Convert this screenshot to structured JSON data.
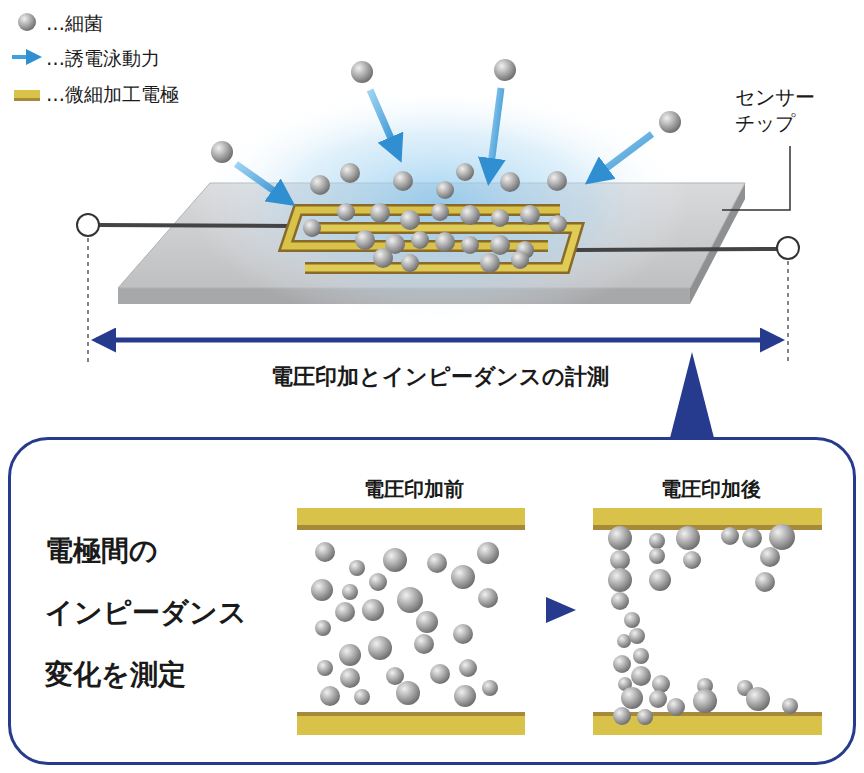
{
  "diagram": {
    "nodes": [
      {
        "text": [
          "電極間の インピーダンス 変化を測定"
        ]
      },
      {
        "text": [
          "電圧印加前"
        ],
        "in": 0
      },
      {
        "text": [
          "電圧印加後"
        ],
        "in": 0
      }
    ],
    "edges": [
      {
        "from": 1,
        "to": 2,
        "arrow": "to"
      }
    ],
    "labels": [
      "センサー チップ",
      "電圧印加とインピーダンスの計測"
    ],
    "legend": [
      {
        "text": "…細菌"
      },
      {
        "text": "…誘電泳動力"
      },
      {
        "text": "…微細加工電極",
        "color": "#d9c24a"
      }
    ]
  }
}
